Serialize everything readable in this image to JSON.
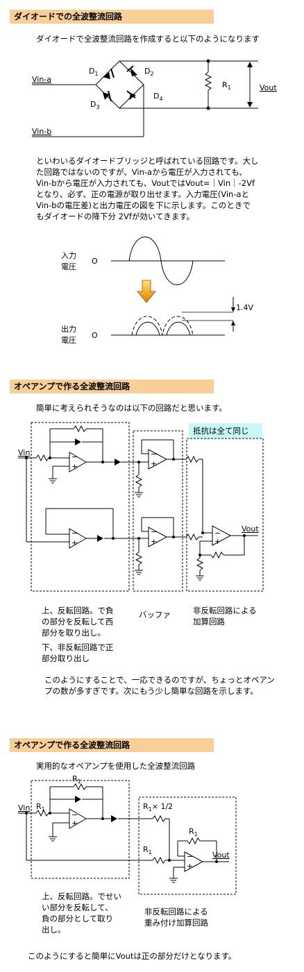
{
  "sections": [
    {
      "title": "ダイオードでの全波整流回路",
      "intro": "ダイオードで全波整流回路を作成すると以下のようになります",
      "labels": {
        "vin_a": "Vin-a",
        "vin_b": "Vin-b",
        "vout": "Vout",
        "d1": "D",
        "d1s": "1",
        "d2": "D",
        "d2s": "2",
        "d3": "D",
        "d3s": "3",
        "d4": "D",
        "d4s": "4",
        "r1": "R",
        "r1s": "1"
      },
      "body_lines": [
        "といわいるダイオードブリッジと呼ばれている回路です。大し",
        "た回路ではないのですが、Vin-aから電圧が入力されても、",
        "Vin-bから電圧が入力されても、VoutではVout=｜Vin｜-2Vf",
        "となり、必ず、正の電源が取り出せます。入力電圧(Vin-aと",
        "Vin-bの電圧差)と出力電圧の図を下に示します。このときで",
        "もダイオードの降下分 2Vfが効いてきます。"
      ],
      "wave": {
        "input_label_1": "入力",
        "input_label_2": "電圧",
        "output_label_1": "出力",
        "output_label_2": "電圧",
        "zero": "O",
        "drop": "1.4V"
      }
    },
    {
      "title": "オペアンプで作る全波整流回路",
      "intro": "簡単に考えられそうなのは以下の回路だと思います。",
      "note": "抵抗は全て同じ",
      "labels": {
        "vin": "Vin",
        "vout": "Vout"
      },
      "captions": {
        "left_1": [
          "上、反転回路。で負",
          "の部分を反転して西",
          "部分を取り出し。"
        ],
        "left_2": [
          "下、非反転回路で正",
          "部分取り出し"
        ],
        "middle": "バッファ",
        "right": [
          "非反転回路による",
          "加算回路"
        ]
      },
      "body_lines": [
        "このようにすることで、一応できるのですが、ちょっとオペアン",
        "プの数が多すぎです。次にもう少し簡単な回路を示します。"
      ]
    },
    {
      "title": "オペアンプで作る全波整流回路",
      "intro": "実用的なオペアンプを使用した全波整流回路",
      "labels": {
        "vin": "Vin",
        "vout": "Vout",
        "r1_top": "R",
        "r1_top_s": "1",
        "r1_in": "R",
        "r1_in_s": "1",
        "r1_half": "R",
        "r1_half_s": "1",
        "r1_half_suffix": "× 1/2",
        "r1_low": "R",
        "r1_low_s": "1",
        "r1_fb": "R",
        "r1_fb_s": "1"
      },
      "captions": {
        "left": [
          "上、反転回路。でせい",
          "い部分を反転して、",
          "負の部分として取り",
          "出し。"
        ],
        "right": [
          "非反転回路による",
          "重み付け加算回路"
        ]
      },
      "conclusion": "このようにすると簡単にVoutは正の部分だけとなります。"
    }
  ]
}
